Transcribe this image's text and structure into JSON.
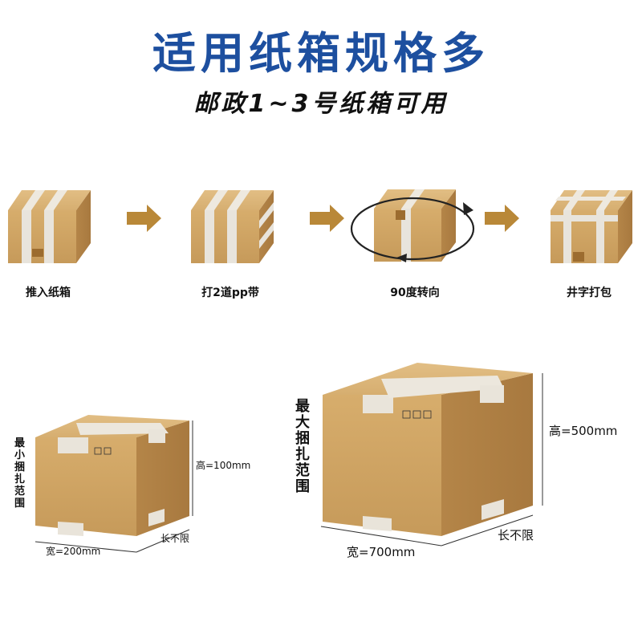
{
  "header": {
    "title": "适用纸箱规格多",
    "subtitle": "邮政1~3号纸箱可用"
  },
  "steps": [
    {
      "label": "推入纸箱",
      "icon": "box-double-strap-icon"
    },
    {
      "label": "打2道pp带",
      "icon": "box-double-strap-icon"
    },
    {
      "label": "90度转向",
      "icon": "box-rotate-icon"
    },
    {
      "label": "井字打包",
      "icon": "box-cross-strap-icon"
    }
  ],
  "min_box": {
    "label": "最小捆扎范围",
    "height": "高=100mm",
    "width": "宽=200mm",
    "length": "长不限"
  },
  "max_box": {
    "label": "最大捆扎范围",
    "height": "高=500mm",
    "width": "宽=700mm",
    "length": "长不限"
  },
  "colors": {
    "title": "#1d4f9f",
    "box": "#c9a061",
    "arrow": "#b98838",
    "strap": "#e6e1d7"
  }
}
